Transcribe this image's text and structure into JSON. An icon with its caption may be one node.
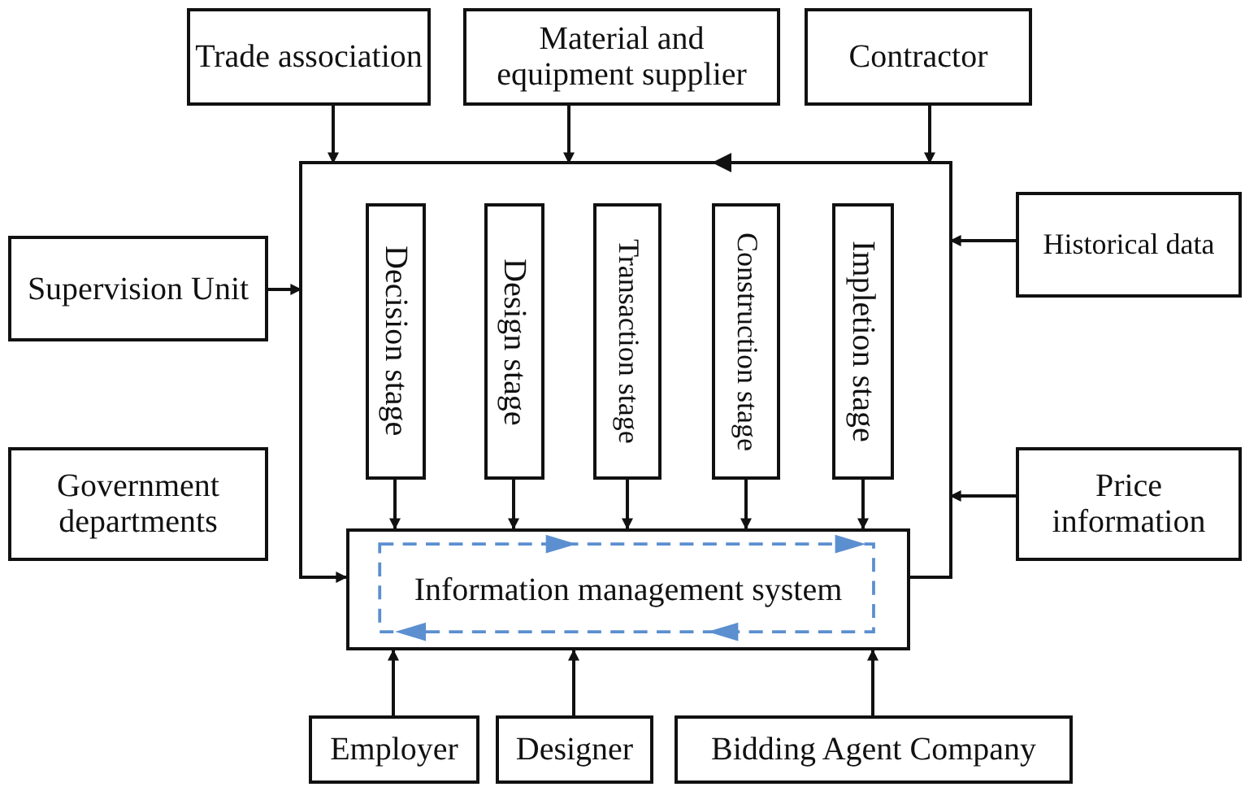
{
  "diagram": {
    "nodes": [
      {
        "text": [
          "Trade association"
        ]
      },
      {
        "text": [
          "Material and equipment supplier"
        ]
      },
      {
        "text": [
          "Contractor"
        ]
      },
      {
        "text": [
          "Supervision Unit"
        ]
      },
      {
        "text": [
          "Historical data"
        ]
      },
      {
        "text": [
          "Decision stage"
        ]
      },
      {
        "text": [
          "Design stage"
        ]
      },
      {
        "text": [
          "Transaction stage"
        ]
      },
      {
        "text": [
          "Construction stage"
        ]
      },
      {
        "text": [
          "Impletion stage"
        ]
      },
      {
        "text": [
          "Government departments"
        ]
      },
      {
        "text": [
          "Price information"
        ]
      },
      {
        "text": [
          "Information management system"
        ]
      },
      {
        "text": [
          "Employer"
        ]
      },
      {
        "text": [
          "Designer"
        ]
      },
      {
        "text": [
          "Bidding Agent Company"
        ]
      }
    ],
    "edges": [
      {
        "from": 0,
        "to": null,
        "arrow": "to"
      },
      {
        "from": 1,
        "to": null,
        "arrow": "to"
      },
      {
        "from": 2,
        "to": null,
        "arrow": "to"
      },
      {
        "from": 3,
        "to": null,
        "arrow": "to"
      },
      {
        "from": 4,
        "to": null,
        "arrow": "to"
      },
      {
        "from": 11,
        "to": null,
        "arrow": "to"
      },
      {
        "from": 5,
        "to": 12,
        "arrow": "to"
      },
      {
        "from": 6,
        "to": 12,
        "arrow": "to"
      },
      {
        "from": 7,
        "to": 12,
        "arrow": "to"
      },
      {
        "from": 8,
        "to": 12,
        "arrow": "to"
      },
      {
        "from": 9,
        "to": 12,
        "arrow": "to"
      },
      {
        "from": 12,
        "to": 12,
        "arrow": "to"
      },
      {
        "from": 13,
        "to": 12,
        "arrow": "to"
      },
      {
        "from": 14,
        "to": 12,
        "arrow": "to"
      },
      {
        "from": 15,
        "to": 12,
        "arrow": "to"
      }
    ]
  }
}
